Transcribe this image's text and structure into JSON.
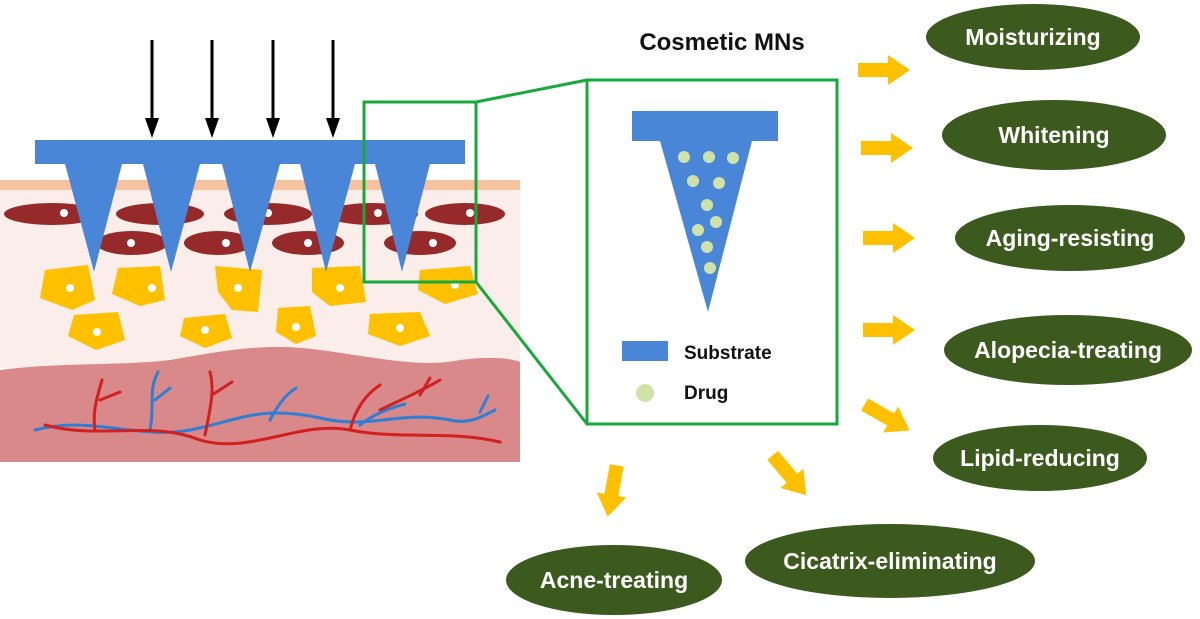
{
  "title": "Cosmetic MNs",
  "legend": {
    "substrate": {
      "label": "Substrate",
      "color": "#4a86d8"
    },
    "drug": {
      "label": "Drug",
      "color": "#cfe3a8"
    }
  },
  "applications": [
    "Moisturizing",
    "Whitening",
    "Aging-resisting",
    "Alopecia-treating",
    "Lipid-reducing",
    "Cicatrix-eliminating",
    "Acne-treating"
  ],
  "colors": {
    "ellipse": "#3d5a1e",
    "arrow": "#ffc000",
    "zoom_box": "#19a83c",
    "dermis": "#d9898a",
    "skin": "#fbeeea",
    "epidermis_top": "#f7c39f",
    "cell": "#962a2a",
    "fat": "#ffc000",
    "artery": "#d21f1f",
    "vein": "#2e7fd4"
  }
}
